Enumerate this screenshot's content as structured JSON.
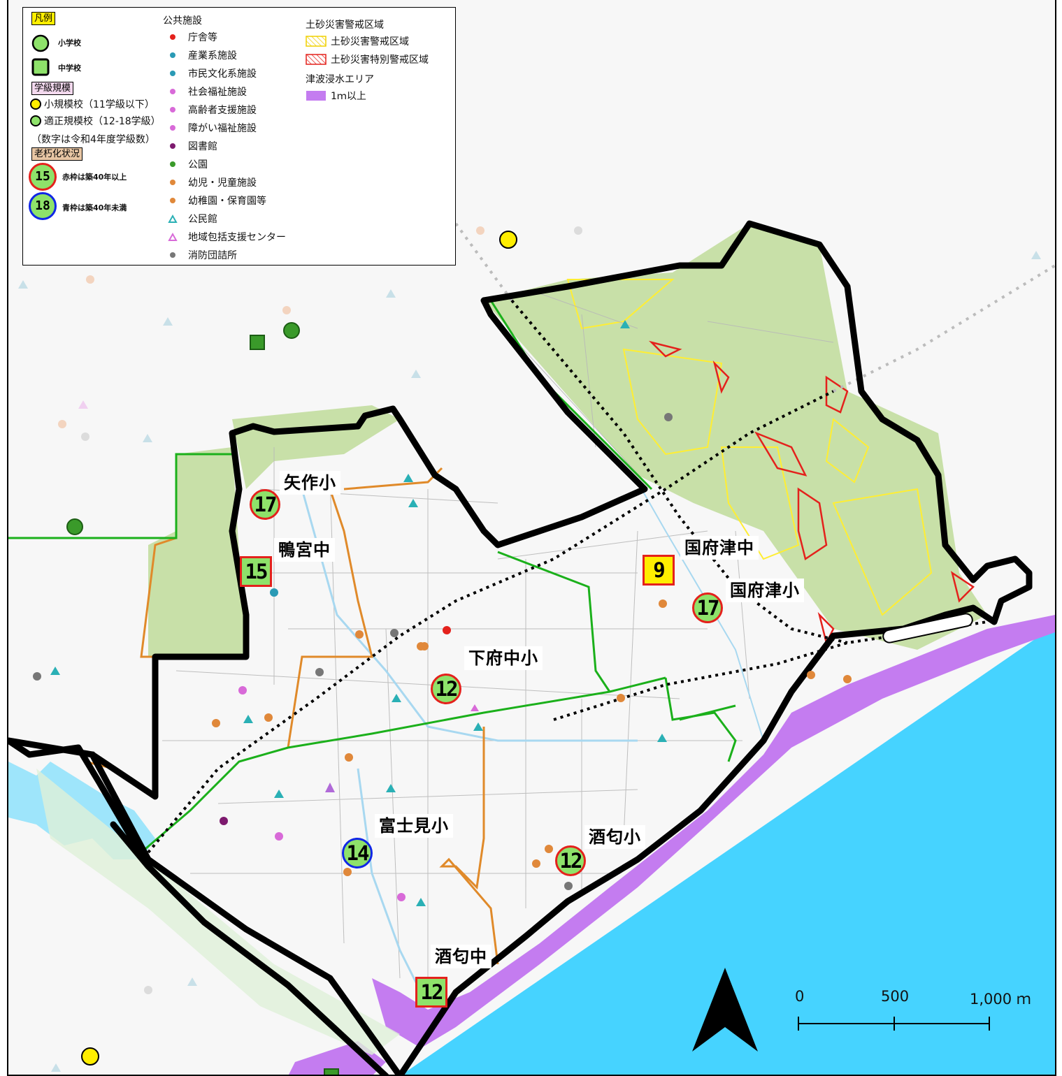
{
  "legend": {
    "title": "凡例",
    "elementary_school": "小学校",
    "junior_high_school": "中学校",
    "class_size_title": "学級規模",
    "small_school": "小規模校（11学級以下）",
    "proper_school": "適正規模校（12-18学級）",
    "class_note": "（数字は令和4年度学級数）",
    "aging_title": "老朽化状況",
    "red_frame_sample": "15",
    "red_frame": "赤枠は築40年以上",
    "blue_frame_sample": "18",
    "blue_frame": "青枠は築40年未満",
    "public_title": "公共施設",
    "public_items": [
      {
        "label": "庁舎等",
        "color": "#e4211c",
        "shape": "circle"
      },
      {
        "label": "産業系施設",
        "color": "#2a9ab5",
        "shape": "circle"
      },
      {
        "label": "市民文化系施設",
        "color": "#2a9ab5",
        "shape": "circle"
      },
      {
        "label": "社会福祉施設",
        "color": "#d86ad8",
        "shape": "circle"
      },
      {
        "label": "高齢者支援施設",
        "color": "#d86ad8",
        "shape": "circle"
      },
      {
        "label": "障がい福祉施設",
        "color": "#d86ad8",
        "shape": "circle"
      },
      {
        "label": "図書館",
        "color": "#7d1a6e",
        "shape": "circle"
      },
      {
        "label": "公園",
        "color": "#3a9a2a",
        "shape": "circle"
      },
      {
        "label": "幼児・児童施設",
        "color": "#e0883a",
        "shape": "circle"
      },
      {
        "label": "幼稚園・保育園等",
        "color": "#e0883a",
        "shape": "circle"
      },
      {
        "label": "公民館",
        "color": "#2ab0b5",
        "shape": "triangle"
      },
      {
        "label": "地域包括支援センター",
        "color": "#d86ad8",
        "shape": "triangle"
      },
      {
        "label": "消防団詰所",
        "color": "#777777",
        "shape": "circle"
      }
    ],
    "landslide_title": "土砂災害警戒区域",
    "landslide_warning": "土砂災害警戒区域",
    "landslide_special": "土砂災害特別警戒区域",
    "tsunami_title": "津波浸水エリア",
    "tsunami_1m": "1ｍ以上"
  },
  "schools": [
    {
      "name": "矢作小",
      "type": "elementary",
      "classes": "17",
      "frame": "red"
    },
    {
      "name": "鴨宮中",
      "type": "junior",
      "classes": "15",
      "frame": "red"
    },
    {
      "name": "国府津中",
      "type": "junior",
      "classes": "9",
      "frame": "red",
      "size": "small"
    },
    {
      "name": "国府津小",
      "type": "elementary",
      "classes": "17",
      "frame": "red"
    },
    {
      "name": "下府中小",
      "type": "elementary",
      "classes": "12",
      "frame": "red"
    },
    {
      "name": "富士見小",
      "type": "elementary",
      "classes": "14",
      "frame": "blue"
    },
    {
      "name": "酒匂小",
      "type": "elementary",
      "classes": "12",
      "frame": "red"
    },
    {
      "name": "酒匂中",
      "type": "junior",
      "classes": "12",
      "frame": "red"
    }
  ],
  "scale": {
    "zero": "0",
    "mid": "500",
    "max": "1,000 ｍ"
  },
  "colors": {
    "sea": "#46d3ff",
    "tsunami": "#c47cf0",
    "forest": "#c8e0a8",
    "district_boundary": "#000000",
    "school_boundary": "#e08a2a",
    "rail": "#1bb01b",
    "landslide_warning": "#ffee33",
    "landslide_special": "#e4211c"
  }
}
